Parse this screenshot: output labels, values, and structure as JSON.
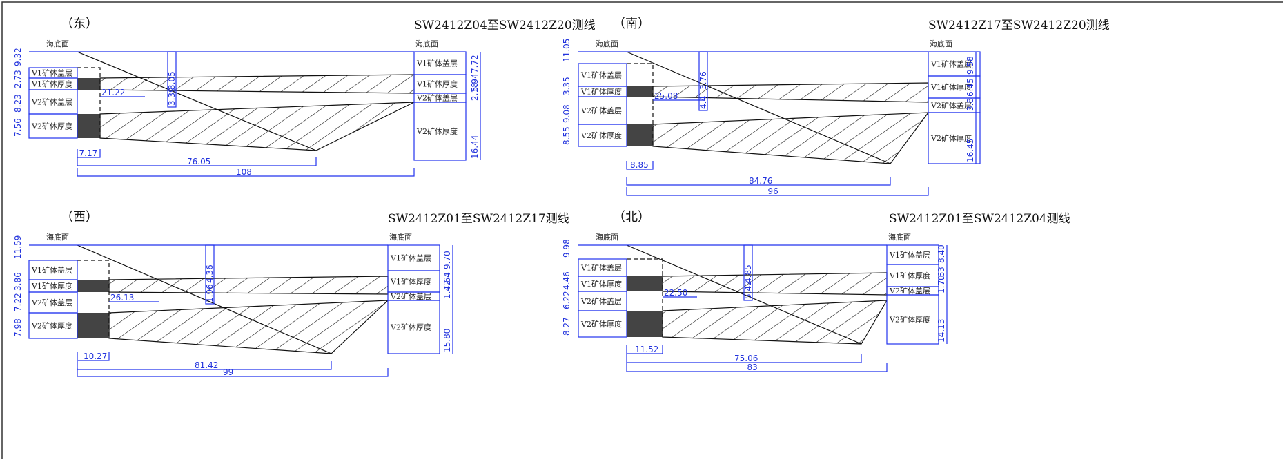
{
  "panels": [
    {
      "direction": "（东）",
      "title": "SW2412Z04至SW2412Z20测线",
      "seabed_left": "海底面",
      "seabed_right": "海底面",
      "layers_left": [
        "V1矿体盖层",
        "V1矿体厚度",
        "V2矿体盖层",
        "V2矿体厚度"
      ],
      "layers_right": [
        "V1矿体盖层",
        "V1矿体厚度",
        "V2矿体盖层",
        "V2矿体厚度"
      ],
      "left_dims": [
        "9.32",
        "2.73",
        "8.23",
        "7.56"
      ],
      "right_dims": [
        "7.72",
        "5.94",
        "2.18",
        "16.44"
      ],
      "mid_dims": [
        "3.05",
        "3.39"
      ],
      "inner_dim": "21.22",
      "bottom_dims": [
        "7.17",
        "76.05",
        "108"
      ]
    },
    {
      "direction": "（南）",
      "title": "SW2412Z17至SW2412Z20测线",
      "seabed_left": "海底面",
      "seabed_right": "海底面",
      "layers_left": [
        "V1矿体盖层",
        "V1矿体厚度",
        "V2矿体盖层",
        "V2矿体厚度"
      ],
      "layers_right": [
        "V1矿体盖层",
        "V1矿体厚度",
        "V2矿体盖层",
        "V2矿体厚度"
      ],
      "left_dims": [
        "11.05",
        "3.35",
        "9.08",
        "8.55"
      ],
      "right_dims": [
        "9.58",
        "6.45",
        "3.8",
        "16.45"
      ],
      "mid_dims": [
        "3.76",
        "4.4"
      ],
      "inner_dim": "25.08",
      "bottom_dims": [
        "8.85",
        "84.76",
        "96"
      ]
    },
    {
      "direction": "（西）",
      "title": "SW2412Z01至SW2412Z17测线",
      "seabed_left": "海底面",
      "seabed_right": "海底面",
      "layers_left": [
        "V1矿体盖层",
        "V1矿体厚度",
        "V2矿体盖层",
        "V2矿体厚度"
      ],
      "layers_right": [
        "V1矿体盖层",
        "V1矿体厚度",
        "V2矿体盖层",
        "V2矿体厚度"
      ],
      "left_dims": [
        "11.59",
        "3.86",
        "7.22",
        "7.98"
      ],
      "right_dims": [
        "9.70",
        "7.64",
        "1.42",
        "15.80"
      ],
      "mid_dims": [
        "4.36",
        "1.96"
      ],
      "inner_dim": "26.13",
      "bottom_dims": [
        "10.27",
        "81.42",
        "99"
      ]
    },
    {
      "direction": "（北）",
      "title": "SW2412Z01至SW2412Z04测线",
      "seabed_left": "海底面",
      "seabed_right": "海底面",
      "layers_left": [
        "V1矿体盖层",
        "V1矿体厚度",
        "V2矿体盖层",
        "V2矿体厚度"
      ],
      "layers_right": [
        "V1矿体盖层",
        "V1矿体厚度",
        "V2矿体盖层",
        "V2矿体厚度"
      ],
      "left_dims": [
        "9.98",
        "4.46",
        "6.22",
        "8.27"
      ],
      "right_dims": [
        "8.40",
        "7.63",
        "1.70",
        "14.13"
      ],
      "mid_dims": [
        "4.85",
        "5.42"
      ],
      "inner_dim": "22.50",
      "bottom_dims": [
        "11.52",
        "75.06",
        "83"
      ]
    }
  ]
}
